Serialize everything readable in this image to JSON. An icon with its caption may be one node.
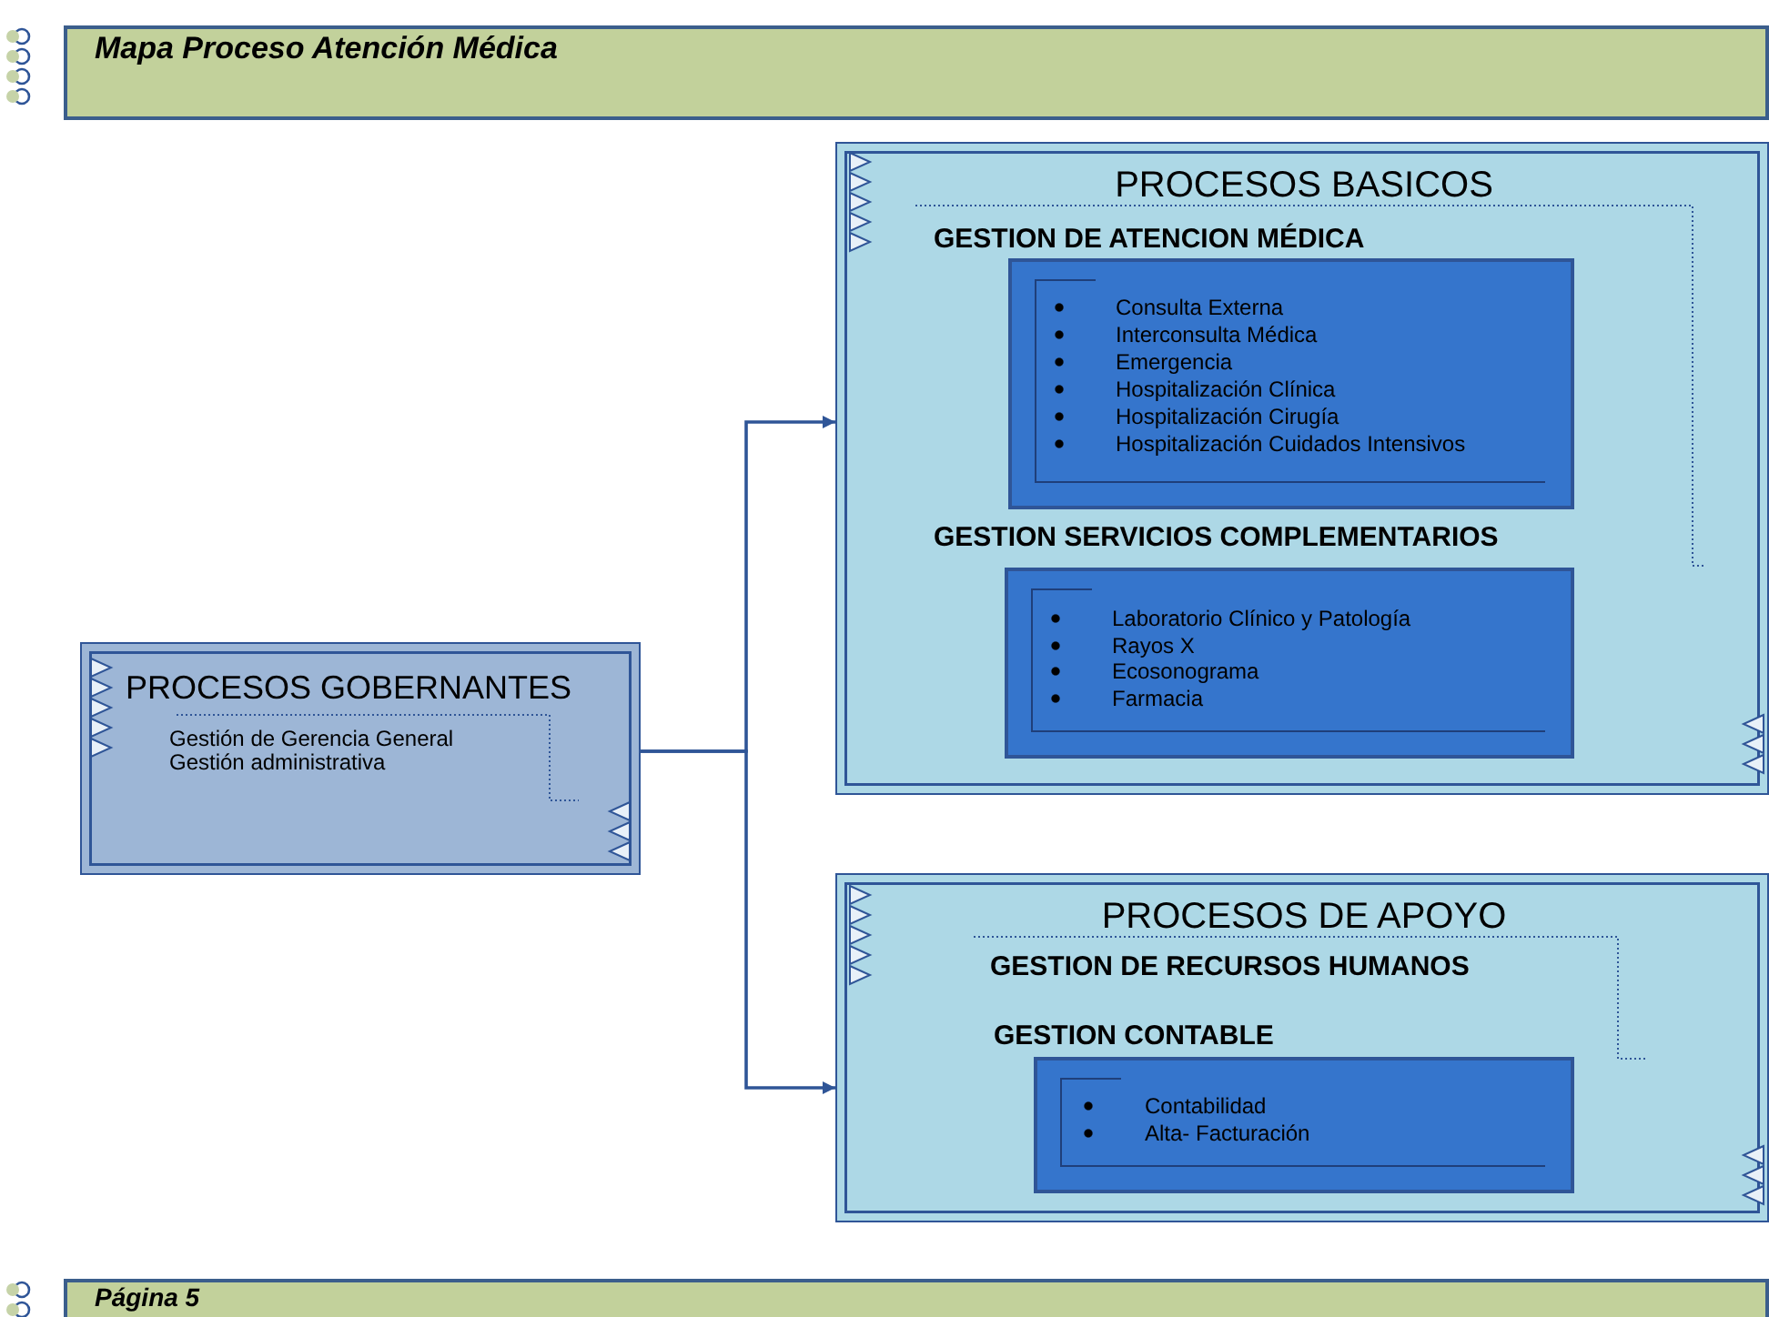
{
  "diagram": {
    "title": "Mapa Proceso Atención Médica",
    "nodes": [
      {
        "text": [
          "PROCESOS GOBERNANTES",
          "Gestión de Gerencia General",
          "Gestión administrativa"
        ]
      },
      {
        "text": [
          "PROCESOS BASICOS"
        ]
      },
      {
        "text": [
          "GESTION DE ATENCION MÉDICA",
          "Consulta Externa",
          "Interconsulta Médica",
          "Emergencia",
          "Hospitalización Clínica",
          "Hospitalización Cirugía",
          "Hospitalización Cuidados Intensivos"
        ],
        "in": 1
      },
      {
        "text": [
          "GESTION SERVICIOS COMPLEMENTARIOS",
          "Laboratorio Clínico y Patología",
          "Rayos X",
          "Ecosonograma",
          "Farmacia"
        ],
        "in": 1
      },
      {
        "text": [
          "PROCESOS DE APOYO",
          "GESTION DE RECURSOS HUMANOS"
        ]
      },
      {
        "text": [
          "GESTION CONTABLE",
          "Contabilidad",
          "Alta- Facturación"
        ],
        "in": 4
      }
    ],
    "edges": [
      {
        "from": 0,
        "to": 1,
        "arrow": "to"
      },
      {
        "from": 0,
        "to": 4,
        "arrow": "to"
      }
    ],
    "labels": [
      "Página 5"
    ]
  }
}
